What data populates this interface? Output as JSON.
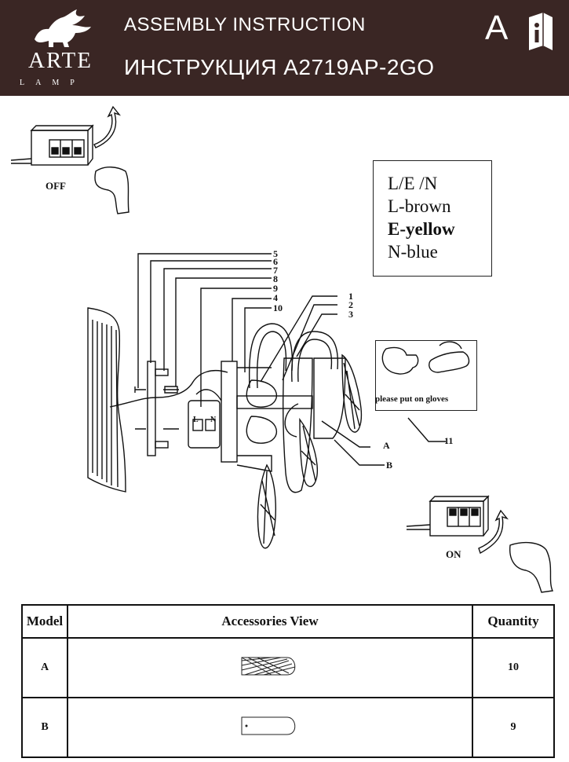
{
  "header": {
    "brand": "ARTE",
    "brand_sub": "LAMP",
    "title_en": "ASSEMBLY INSTRUCTION",
    "title_ru": "ИНСТРУКЦИЯ A2719AP-2GO",
    "badge_letter": "A",
    "badge_icon": "info-book-icon",
    "background": "#3a2624"
  },
  "switches": {
    "off_label": "OFF",
    "on_label": "ON"
  },
  "legend": {
    "lines": [
      "L/E /N",
      "L-brown",
      "E-yellow",
      "N-blue"
    ]
  },
  "wiring": {
    "terminal_labels": [
      "L",
      "N"
    ]
  },
  "gloves": {
    "text": "please put on gloves"
  },
  "callouts": {
    "left_stack": [
      "5",
      "6",
      "7",
      "8",
      "9",
      "4",
      "10"
    ],
    "right_stack": [
      "1",
      "2",
      "3"
    ],
    "part_a": "A",
    "part_b": "B",
    "gloves_ref": "11"
  },
  "accessories": {
    "headers": {
      "model": "Model",
      "view": "Accessories View",
      "quantity": "Quantity"
    },
    "rows": [
      {
        "model": "A",
        "quantity": "10"
      },
      {
        "model": "B",
        "quantity": "9"
      }
    ]
  }
}
